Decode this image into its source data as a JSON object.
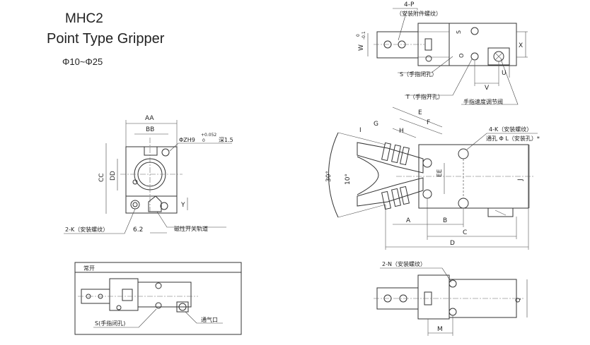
{
  "header": {
    "title": "MHC2",
    "subtitle": "Point Type Gripper",
    "range": "Φ10~Φ25"
  },
  "top_view": {
    "four_p": "4-P",
    "mount_thread": "（安装附件螺纹）",
    "w_label": "W",
    "w_tol": "-0.1",
    "w_tol2": "0",
    "s_letter": "S",
    "o_letter": "O",
    "x_label": "X",
    "u_label": "U",
    "v_label": "V",
    "s_close": "S（手指闭孔）",
    "t_open": "T（手指开孔）",
    "speed_valve": "手指速度调节阀"
  },
  "front_view": {
    "aa": "AA",
    "bb": "BB",
    "zh": "ΦZH9",
    "zh_tol_top": "+0.052",
    "zh_tol_bot": "0",
    "zh_depth": "深1.5",
    "cc": "CC",
    "dd": "DD",
    "y_label": "Y",
    "two_k": "2-K（安装螺纹）",
    "dim_62": "6.2",
    "magnet_rail": "磁性开关轨道"
  },
  "side_view": {
    "e": "E",
    "f": "F",
    "g": "G",
    "h": "H",
    "i": "I",
    "four_k": "4-K（安装螺纹）",
    "thru_hole": "通孔 Φ L（安装孔）*",
    "ee": "EE",
    "j": "J",
    "angle30": "30°",
    "angle10": "10°",
    "a": "A",
    "b": "B",
    "c": "C",
    "d": "D"
  },
  "bottom_view": {
    "two_n": "2-N（安装螺纹）",
    "q": "Q",
    "m": "M"
  },
  "inset": {
    "normally_open": "常开",
    "s_close": "S(手指闭孔)",
    "air_port": "通气口"
  }
}
